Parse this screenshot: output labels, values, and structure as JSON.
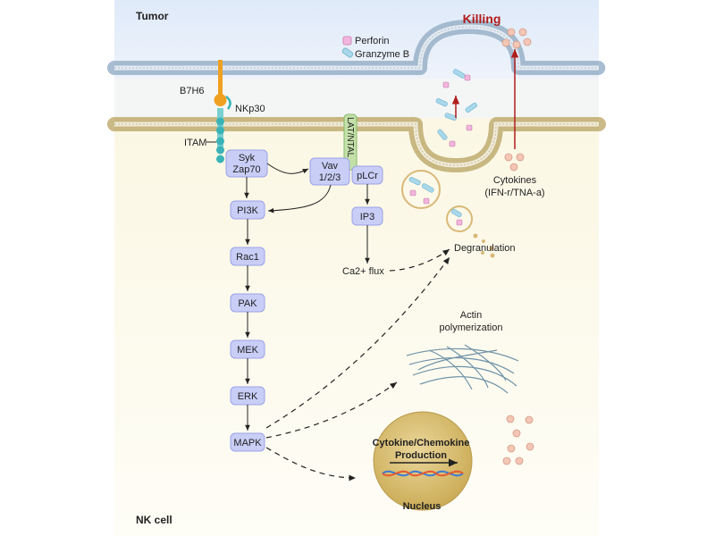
{
  "regions": {
    "tumor": "Tumor",
    "nk_cell": "NK cell"
  },
  "legend": {
    "perforin": "Perforin",
    "granzyme": "Granzyme B"
  },
  "receptors": {
    "ligand": "B7H6",
    "receptor": "NKp30",
    "motif": "ITAM",
    "adaptor": "LAT/NTAL"
  },
  "pathway": {
    "syk_line1": "Syk",
    "syk_line2": "Zap70",
    "vav_line1": "Vav",
    "vav_line2": "1/2/3",
    "plc": "pLCr",
    "ip3": "IP3",
    "ca": "Ca2+ flux",
    "chain": [
      "PI3K",
      "Rac1",
      "PAK",
      "MEK",
      "ERK",
      "MAPK"
    ]
  },
  "outcomes": {
    "killing": "Killing",
    "cytokines_line1": "Cytokines",
    "cytokines_line2": "(IFN-r/TNA-a)",
    "degranulation": "Degranulation",
    "actin_line1": "Actin",
    "actin_line2": "polymerization",
    "production_line1": "Cytokine/Chemokine",
    "production_line2": "Production",
    "nucleus": "Nucleus"
  },
  "colors": {
    "tumor_bg": "#e4eefa",
    "nk_bg": "#fdf9ea",
    "tumor_membrane": "#c6d4e3",
    "nk_membrane": "#ddd1aa",
    "node_fill": "#c9cef7",
    "receptor_teal": "#3ab3b7",
    "ligand_orange": "#f0a020",
    "killing_red": "#b01c1c",
    "perforin_pink": "#f2b6dc",
    "granzyme_blue": "#a9d8ea",
    "cytokine_dot": "#f3c6b6",
    "nucleus_gold": "#d8be71"
  }
}
